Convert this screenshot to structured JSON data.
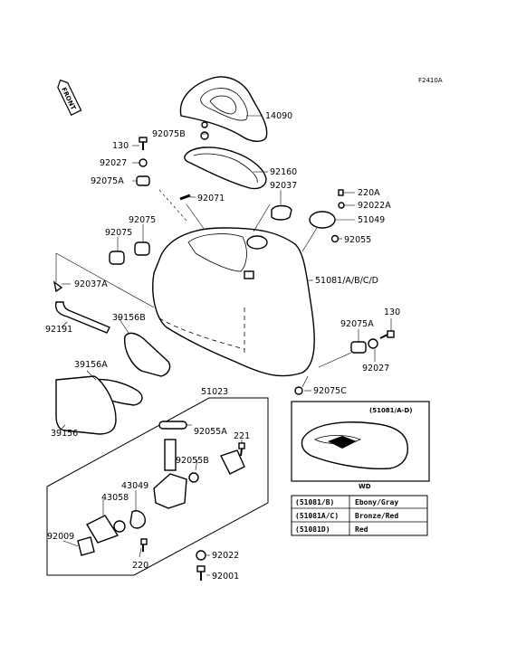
{
  "figure_code": "F2410A",
  "front_badge": "FRONT",
  "callouts": {
    "p14090": "14090",
    "p92075B": "92075B",
    "p130a": "130",
    "p92027a": "92027",
    "p92160": "92160",
    "p92075Aa": "92075A",
    "p92071": "92071",
    "p92037": "92037",
    "p220A": "220A",
    "p92022A": "92022A",
    "p51049": "51049",
    "p92075a": "92075",
    "p92075b": "92075",
    "p92055": "92055",
    "p92037A": "92037A",
    "p51081": "51081/A/B/C/D",
    "p92191": "92191",
    "p39156B": "39156B",
    "p92075Ab": "92075A",
    "p130b": "130",
    "p92027b": "92027",
    "p39156A": "39156A",
    "p92075C": "92075C",
    "p39156": "39156",
    "p51023": "51023",
    "p92055A": "92055A",
    "p221": "221",
    "p92055B": "92055B",
    "p43049": "43049",
    "p43058": "43058",
    "p92009": "92009",
    "p220": "220",
    "p92022": "92022",
    "p92001": "92001"
  },
  "inset": {
    "title": "(51081/A-D)",
    "caption": "WD"
  },
  "color_table": [
    {
      "code": "(51081/B)",
      "color": "Ebony/Gray"
    },
    {
      "code": "(51081A/C)",
      "color": "Bronze/Red"
    },
    {
      "code": "(51081D)",
      "color": "Red"
    }
  ]
}
